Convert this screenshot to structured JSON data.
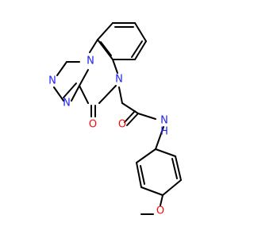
{
  "molecule": {
    "colors": {
      "bond": "#000000",
      "nitrogen": "#2323f0",
      "oxygen": "#f20d0d",
      "background": "#ffffff"
    },
    "atom_labels": {
      "n_bridge": "N",
      "n_imidazole_1": "N",
      "n_imidazole_2": "N",
      "n_lactam": "N",
      "o_lactam": "O",
      "o_amide": "O",
      "n_amide": "N",
      "h_amide": "H",
      "o_methoxy": "O"
    }
  }
}
